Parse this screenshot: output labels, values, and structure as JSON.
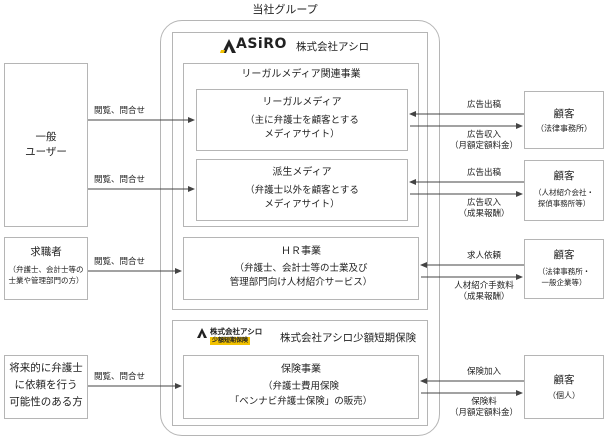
{
  "group_title": "当社グループ",
  "asiro": {
    "logo_text": "ASiRO",
    "company_name": "株式会社アシロ",
    "legal_section_title": "リーガルメディア関連事業",
    "legal_media": {
      "title": "リーガルメディア",
      "desc1": "（主に弁護士を顧客とする",
      "desc2": "メディアサイト）"
    },
    "derived_media": {
      "title": "派生メディア",
      "desc1": "（弁護士以外を顧客とする",
      "desc2": "メディアサイト）"
    },
    "hr": {
      "title": "ＨＲ事業",
      "desc1": "（弁護士、会計士等の士業及び",
      "desc2": "管理部門向け人材紹介サービス）"
    }
  },
  "insurance_co": {
    "logo_line1": "株式会社アシロ",
    "logo_line2": "少額短期保険",
    "company_name": "株式会社アシロ少額短期保険",
    "business": {
      "title": "保険事業",
      "desc1": "（弁護士費用保険",
      "desc2": "「ベンナビ弁護士保険」の販売）"
    }
  },
  "left_entities": {
    "general_user": {
      "line1": "一般",
      "line2": "ユーザー"
    },
    "job_seeker": {
      "title": "求職者",
      "sub1": "（弁護士、会計士等の",
      "sub2": "士業や管理部門の方）"
    },
    "future_client": {
      "line1": "将来的に弁護士",
      "line2": "に依頼を行う",
      "line3": "可能性のある方"
    }
  },
  "left_arrows": {
    "a1": "閲覧、問合せ",
    "a2": "閲覧、問合せ",
    "a3": "閲覧、問合せ",
    "a4": "閲覧、問合せ"
  },
  "right_customers": {
    "c1": {
      "title": "顧客",
      "sub1": "（法律事務所）"
    },
    "c2": {
      "title": "顧客",
      "sub1": "（人材紹介会社・",
      "sub2": "探偵事務所等）"
    },
    "c3": {
      "title": "顧客",
      "sub1": "（法律事務所・",
      "sub2": "一般企業等）"
    },
    "c4": {
      "title": "顧客",
      "sub1": "（個人）"
    }
  },
  "right_arrows": {
    "r1_top": "広告出稿",
    "r1_bot1": "広告収入",
    "r1_bot2": "（月額定額料金）",
    "r2_top": "広告出稿",
    "r2_bot1": "広告収入",
    "r2_bot2": "（成果報酬）",
    "r3_top": "求人依頼",
    "r3_bot1": "人材紹介手数料",
    "r3_bot2": "（成果報酬）",
    "r4_top": "保険加入",
    "r4_bot1": "保険料",
    "r4_bot2": "（月額定額料金）"
  }
}
